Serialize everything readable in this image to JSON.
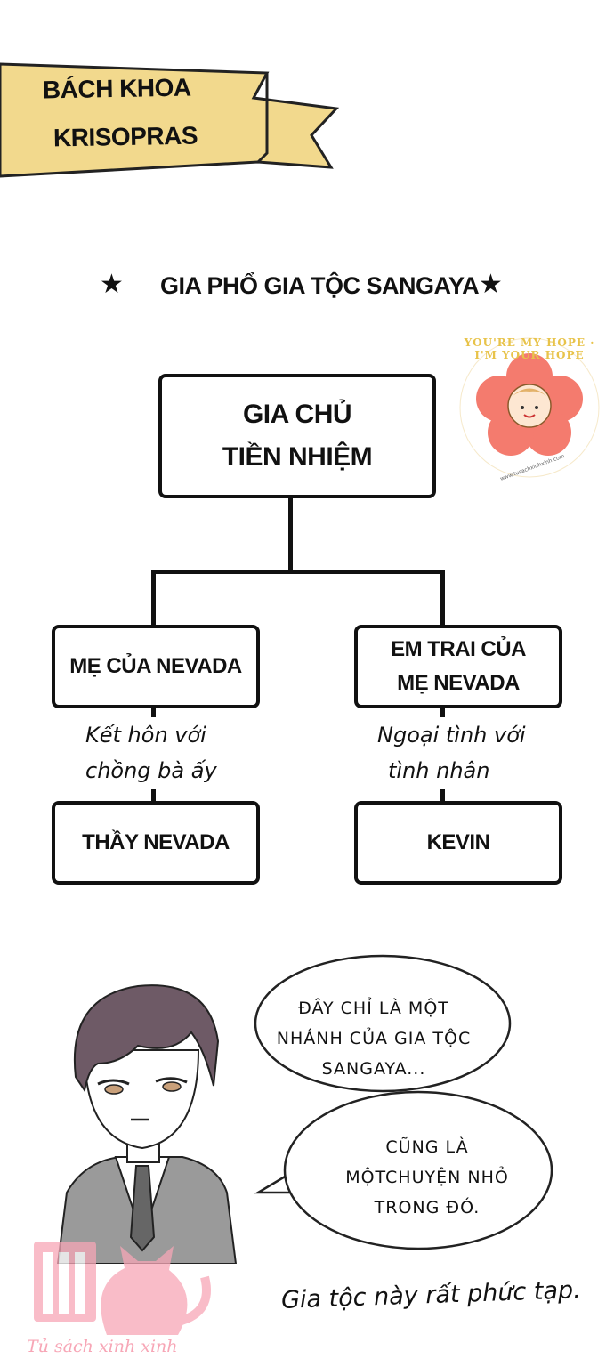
{
  "banner": {
    "line1": "BÁCH KHOA",
    "line2": "KRISOPRAS",
    "color": "#f2d98d"
  },
  "heading": {
    "text": "GIA PHỔ GIA TỘC SANGAYA",
    "star_left": "★",
    "star_right": "★"
  },
  "tree": {
    "root": {
      "line1": "GIA CHỦ",
      "line2": "TIỀN NHIỆM"
    },
    "left_parent": {
      "label": "MẸ CỦA NEVADA"
    },
    "right_parent": {
      "line1": "EM TRAI CỦA",
      "line2": "MẸ NEVADA"
    },
    "left_relation": {
      "line1": "Kết hôn với",
      "line2": "chồng bà ấy"
    },
    "right_relation": {
      "line1": "Ngoại tình với",
      "line2": "tình nhân"
    },
    "left_child": {
      "label": "THẦY NEVADA"
    },
    "right_child": {
      "label": "KEVIN"
    }
  },
  "watermark": {
    "ring_text": "YOU'RE MY HOPE · I'M YOUR HOPE",
    "url": "www.tusachxinhxinh.com",
    "flower_color": "#f47b6e"
  },
  "bubble_top": {
    "line1": "ĐÂY CHỈ LÀ MỘT",
    "line2": "NHÁNH CỦA GIA TỘC",
    "line3": "SANGAYA..."
  },
  "bubble_bottom": {
    "line1": "CŨNG LÀ",
    "line2": "MỘTCHUYỆN NHỎ",
    "line3": "TRONG ĐÓ."
  },
  "footer_note": "Gia tộc này rất phức tạp.",
  "logo": {
    "text": "Tủ sách xinh xinh",
    "color": "#f7a6b6"
  }
}
